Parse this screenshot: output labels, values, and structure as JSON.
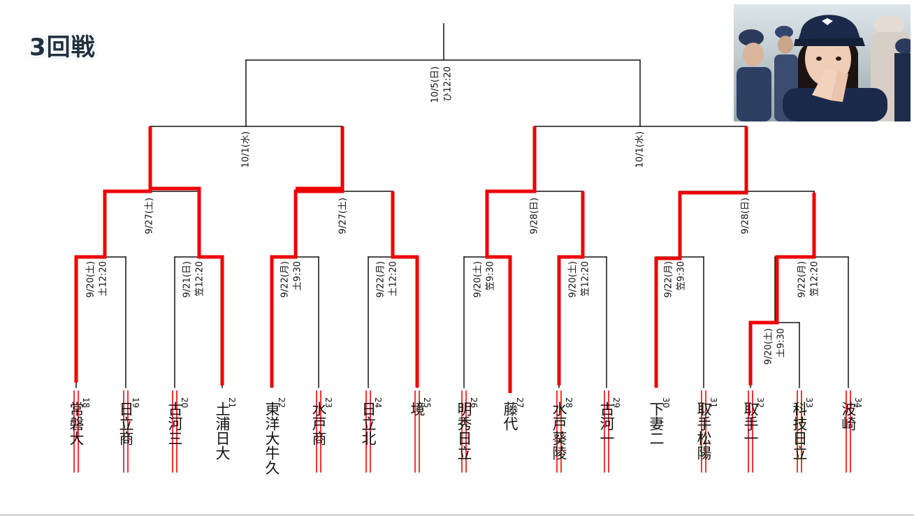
{
  "title": "3回戦",
  "photo": {
    "icon": "cheering-fan-photo"
  },
  "colors": {
    "winner_line": "#ee0000",
    "line": "#111111",
    "photo_cap": "#1b2a4a"
  },
  "teams": [
    {
      "name": "常磐大",
      "num": "18"
    },
    {
      "name": "日立商",
      "num": "19"
    },
    {
      "name": "古河三",
      "num": "20"
    },
    {
      "name": "土浦日大",
      "num": "21"
    },
    {
      "name": "東洋大牛久",
      "num": "22"
    },
    {
      "name": "水戸商",
      "num": "23"
    },
    {
      "name": "日立北",
      "num": "24"
    },
    {
      "name": "境",
      "num": "25"
    },
    {
      "name": "明秀日立",
      "num": "26"
    },
    {
      "name": "藤代",
      "num": "27"
    },
    {
      "name": "水戸葵陵",
      "num": "28"
    },
    {
      "name": "古河一",
      "num": "29"
    },
    {
      "name": "下妻二",
      "num": "30"
    },
    {
      "name": "取手松陽",
      "num": "31"
    },
    {
      "name": "取手一",
      "num": "32"
    },
    {
      "name": "科技日立",
      "num": "33"
    },
    {
      "name": "波崎",
      "num": "34"
    }
  ],
  "dates": {
    "prelim": [
      "9/20(土)",
      "土9:30"
    ],
    "r1": [
      [
        "9/20(土)",
        "土12:20"
      ],
      [
        "9/21(日)",
        "笠12:20"
      ],
      [
        "9/22(月)",
        "土9:30"
      ],
      [
        "9/22(月)",
        "土12:20"
      ],
      [
        "9/20(土)",
        "笠9:30"
      ],
      [
        "9/20(土)",
        "笠12:20"
      ],
      [
        "9/22(月)",
        "笠9:30"
      ],
      [
        "9/22(月)",
        "笠12:20"
      ]
    ],
    "r2": [
      "9/27(土)",
      "9/27(土)",
      "9/28(日)",
      "9/28(日)"
    ],
    "r3": [
      "10/1(水)",
      "10/1(水)"
    ],
    "final": [
      "10/5(日)",
      "ひ12:20"
    ]
  }
}
